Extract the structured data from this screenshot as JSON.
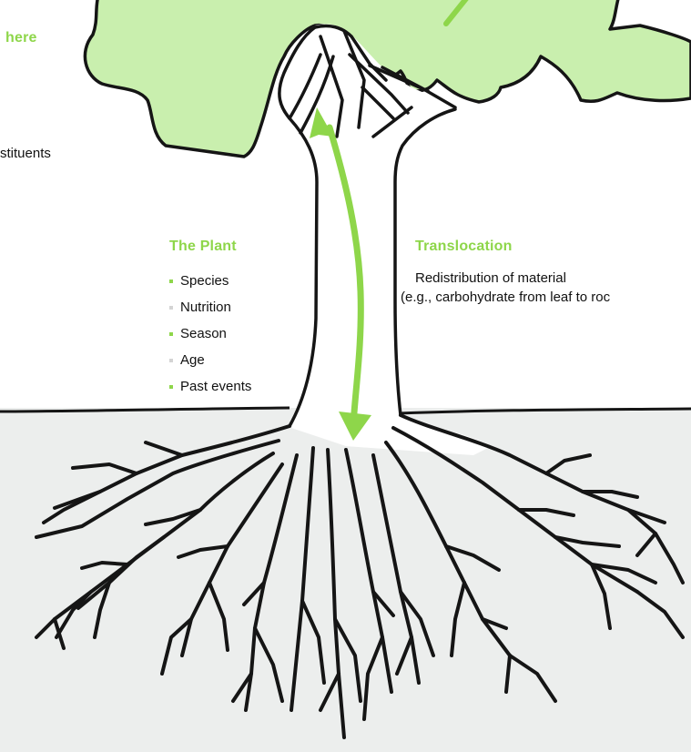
{
  "top_left": {
    "heading_fragment": "here",
    "text_fragment": "stituents"
  },
  "plant": {
    "title": "The Plant",
    "items": [
      {
        "label": "Species",
        "bullet_color": "#8ed64a"
      },
      {
        "label": "Nutrition",
        "bullet_color": "#d4d4d4"
      },
      {
        "label": "Season",
        "bullet_color": "#8ed64a"
      },
      {
        "label": "Age",
        "bullet_color": "#d4d4d4"
      },
      {
        "label": "Past events",
        "bullet_color": "#8ed64a"
      }
    ]
  },
  "translocation": {
    "title": "Translocation",
    "line1": "Redistribution of material",
    "line2": "(e.g., carbohydrate from leaf to roc"
  },
  "colors": {
    "accent_green": "#8ed64a",
    "canopy_fill": "#c9efae",
    "soil_fill": "#eceeed",
    "outline": "#151515"
  }
}
